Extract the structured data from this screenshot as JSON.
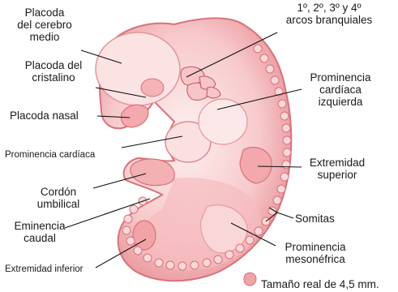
{
  "labels": {
    "placoda_cerebro": [
      "Placoda",
      "del cerebro",
      "medio"
    ],
    "placoda_cristalino": [
      "Placoda del",
      "cristalino"
    ],
    "placoda_nasal": "Placoda nasal",
    "prominencia_cardiaca": "Prominencia cardíaca",
    "cordon_umbilical": [
      "Cordón",
      "umbilical"
    ],
    "eminencia_caudal": [
      "Eminencia",
      "caudal"
    ],
    "extremidad_inferior": "Extremidad inferior",
    "arcos_branquiales": [
      "1º, 2º, 3º y 4º",
      "arcos branquiales"
    ],
    "prominencia_cardiaca_izquierda": [
      "Prominencia",
      "cardíaca",
      "izquierda"
    ],
    "extremidad_superior": [
      "Extremidad",
      "superior"
    ],
    "somitas": "Somitas",
    "prominencia_mesonefrica": [
      "Prominencia",
      "mesonéfrica"
    ],
    "tamano_real": "Tamaño real de 4,5 mm."
  },
  "colors": {
    "embryo_outer": "#f2a3a6",
    "embryo_inner": "#fbe2e3",
    "embryo_dark": "#d9727a",
    "leader_line": "#111111"
  }
}
